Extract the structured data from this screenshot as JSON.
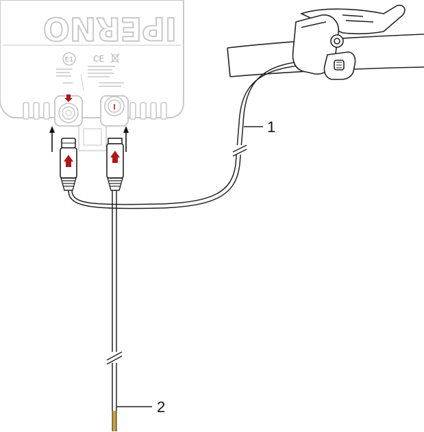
{
  "callouts": [
    {
      "label": "1"
    },
    {
      "label": "2"
    }
  ],
  "lamp": {
    "logo_text": "IPERNO",
    "marks": [
      "E1",
      "CE"
    ]
  },
  "icons": [
    "lamp-unit",
    "handlebar-switch",
    "connector-arrow"
  ],
  "colors": {
    "line": "#222222",
    "light_outline": "#c8c8c8",
    "arrow_red": "#b01818",
    "wire_tip": "#c8a23c"
  }
}
